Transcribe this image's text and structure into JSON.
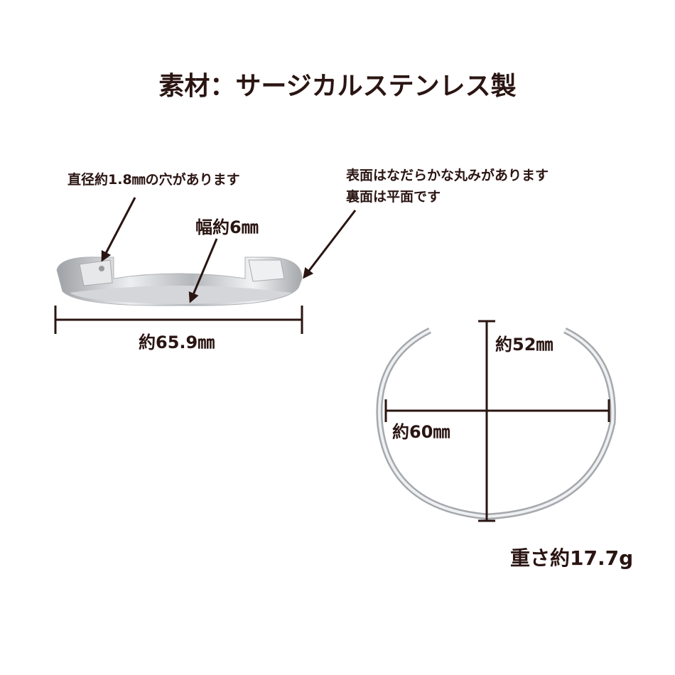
{
  "title": "素材：サージカルステンレス製",
  "side_view": {
    "hole_note": "直径約1.8㎜の穴があります",
    "surface_note_1": "表面はなだらかな丸みがあります",
    "surface_note_2": "裏面は平面です",
    "width_label": "幅約6㎜",
    "length_label": "約65.9㎜"
  },
  "top_view": {
    "height_label": "約52㎜",
    "width_label": "約60㎜"
  },
  "weight_label": "重さ約17.7g",
  "colors": {
    "text": "#2a1512",
    "metal": "#c8cacd"
  }
}
